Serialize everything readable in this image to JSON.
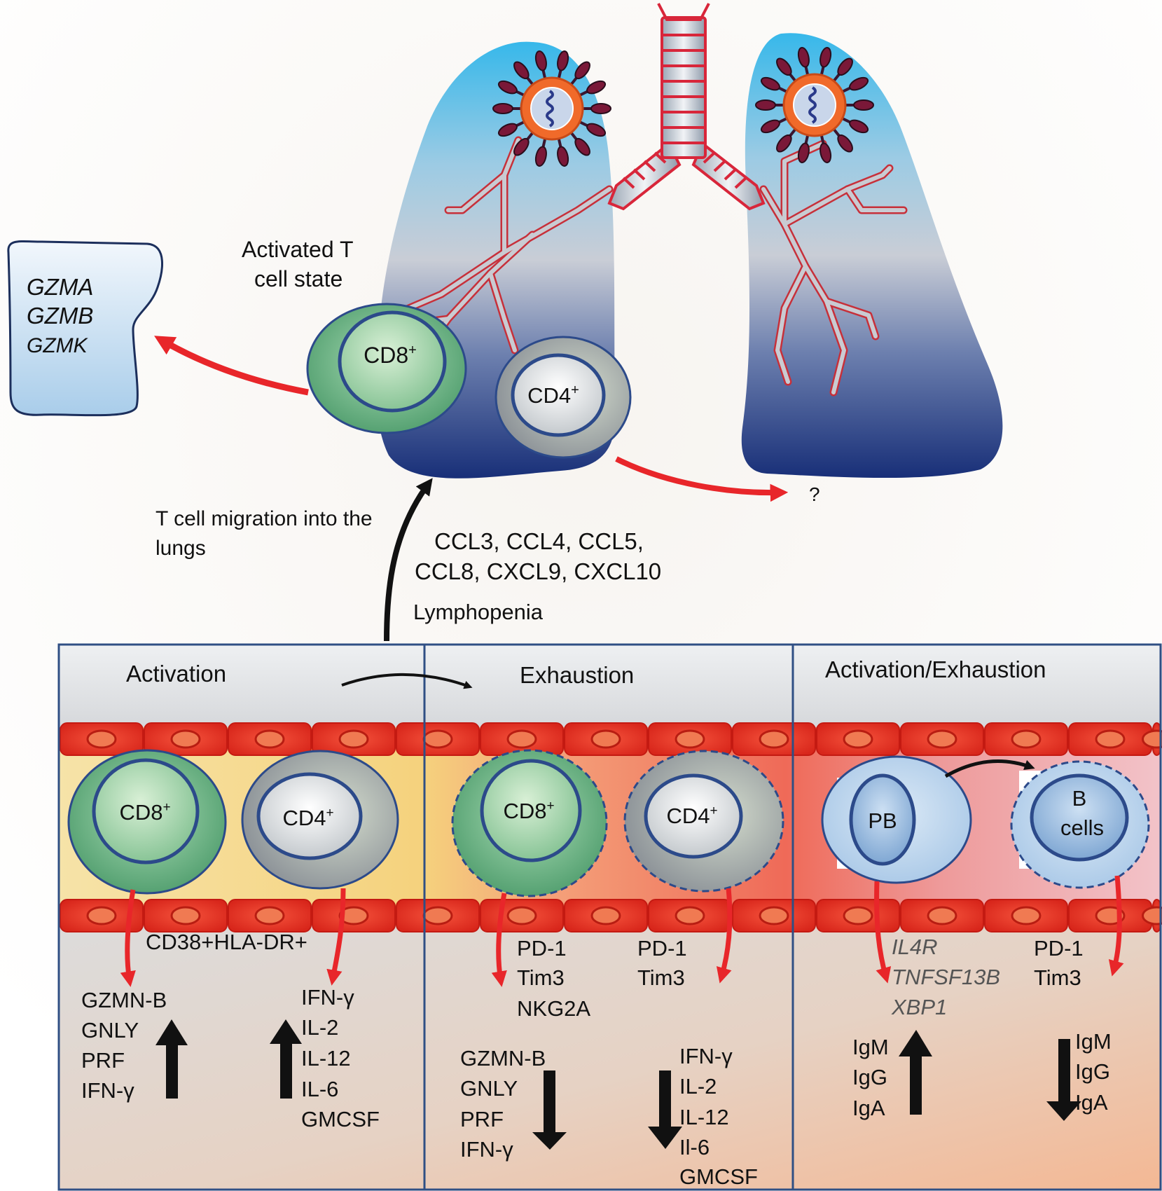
{
  "gene_box": {
    "lines": [
      "GZMA",
      "GZMB",
      "GZMK"
    ]
  },
  "activated_state": {
    "line1": "Activated T",
    "line2": "cell state"
  },
  "cells": {
    "lung_cd8": "CD8",
    "lung_cd4": "CD4",
    "act_cd8": "CD8",
    "act_cd4": "CD4",
    "exh_cd8": "CD8",
    "exh_cd4": "CD4",
    "plasmablast": "PB",
    "b_cells": {
      "line1": "B",
      "line2": "cells"
    },
    "superscript": "+"
  },
  "question_mark": "?",
  "migration": {
    "line1": "T cell migration into the",
    "line2": "lungs"
  },
  "chemokines": {
    "line1": "CCL3, CCL4, CCL5,",
    "line2": "CCL8, CXCL9, CXCL10"
  },
  "lymphopenia": "Lymphopenia",
  "panels": {
    "activation": {
      "title": "Activation",
      "markers": "CD38+HLA-DR+",
      "cd8_outputs": [
        "GZMN-B",
        "GNLY",
        "PRF",
        "IFN-γ"
      ],
      "cd4_outputs": [
        "IFN-γ",
        "IL-2",
        "IL-12",
        "IL-6",
        "GMCSF"
      ]
    },
    "exhaustion": {
      "title": "Exhaustion",
      "cd8_markers": [
        "PD-1",
        "Tim3",
        "NKG2A"
      ],
      "cd4_markers": [
        "PD-1",
        "Tim3"
      ],
      "cd8_outputs": [
        "GZMN-B",
        "GNLY",
        "PRF",
        "IFN-γ"
      ],
      "cd4_outputs": [
        "IFN-γ",
        "IL-2",
        "IL-12",
        "Il-6",
        "GMCSF"
      ]
    },
    "activation_exhaustion": {
      "title": "Activation/Exhaustion",
      "pb_genes": [
        "IL4R",
        "TNFSF13B",
        "XBP1"
      ],
      "b_markers": [
        "PD-1",
        "Tim3"
      ],
      "pb_outputs": [
        "IgM",
        "IgG",
        "IgA"
      ],
      "b_outputs": [
        "IgM",
        "IgG",
        "IgA"
      ]
    }
  },
  "colors": {
    "red_arrow": "#e8262a",
    "cd8_green": "#5fae7a",
    "cd4_grey": "#a8aeb2",
    "b_cell_blue": "#bcd6ee",
    "lung_blue": "#1d3f86",
    "cell_outline": "#2c4a8a",
    "rbc_red": "#e8301f"
  }
}
